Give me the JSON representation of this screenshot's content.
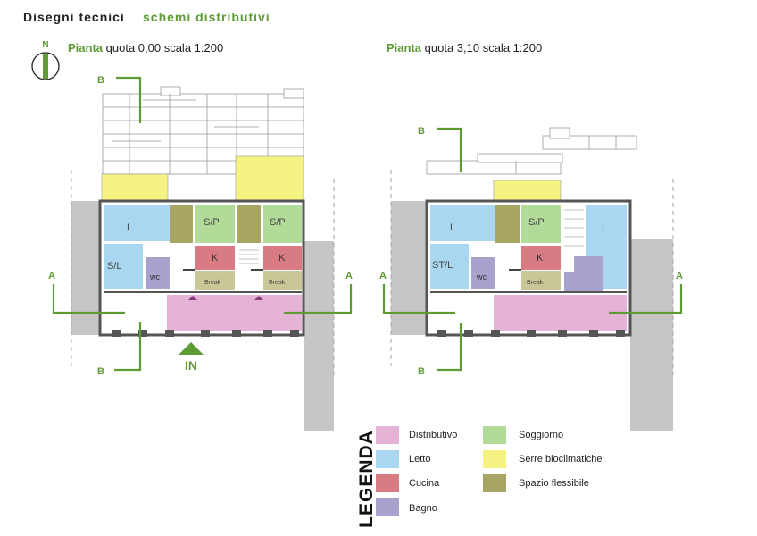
{
  "header": {
    "prefix": "Disegni tecnici",
    "subtitle": "schemi distributivi"
  },
  "north_label": "N",
  "plan_left": {
    "title_key": "Pianta",
    "title_rest": "quota 0,00 scala 1:200"
  },
  "plan_right": {
    "title_key": "Pianta",
    "title_rest": "quota 3,10 scala 1:200"
  },
  "section_labels": {
    "a": "A",
    "b": "B"
  },
  "entrance_label": "IN",
  "room_labels": {
    "letto": "L",
    "studio_letto_left": "S/L",
    "studio_letto_right": "ST/L",
    "soggiorno": "S/P",
    "cucina": "K",
    "bagno": "wc",
    "break": "Break"
  },
  "legend": {
    "title": "LEGENDA",
    "items": [
      {
        "label": "Distributivo",
        "color": "#e4b3d6"
      },
      {
        "label": "Letto",
        "color": "#a9d6f0"
      },
      {
        "label": "Cucina",
        "color": "#d97b83"
      },
      {
        "label": "Bagno",
        "color": "#a8a2cf"
      },
      {
        "label": "Soggiorno",
        "color": "#b2da98"
      },
      {
        "label": "Serre bioclimatiche",
        "color": "#f7f382"
      },
      {
        "label": "Spazio flessibile",
        "color": "#a7a464"
      }
    ]
  },
  "colors": {
    "accent_green": "#5f9b35",
    "distributivo": "#e4b3d6",
    "letto": "#a9d6f0",
    "cucina": "#d97b83",
    "bagno": "#a8a2cf",
    "soggiorno": "#b2da98",
    "serre": "#f7f382",
    "flessibile": "#a7a464",
    "break_zone": "#c9c795",
    "neighbour": "#c6c6c6",
    "wall": "#555555"
  }
}
